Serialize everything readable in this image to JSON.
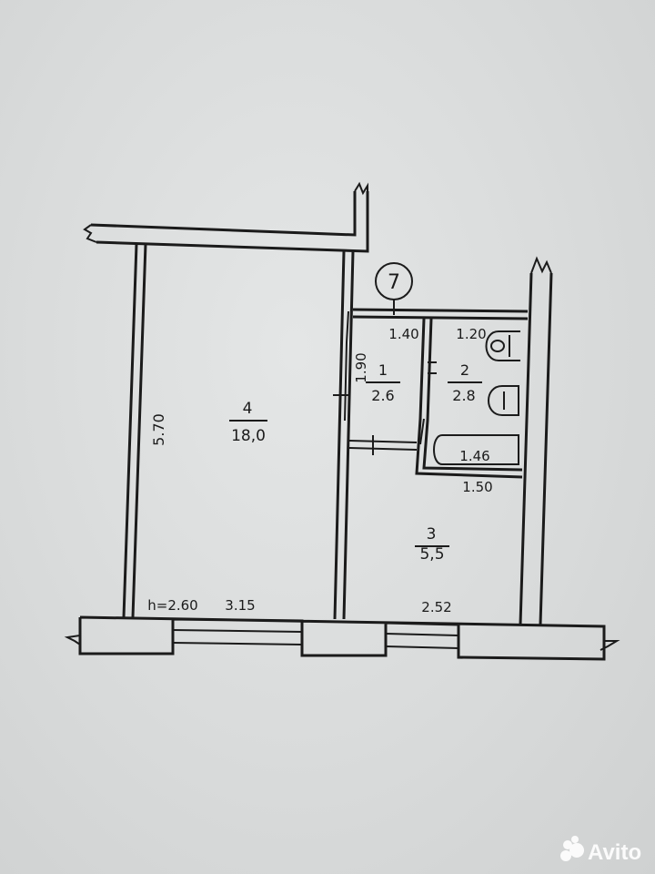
{
  "plan": {
    "marker": "7",
    "ceiling_height": "h=2.60",
    "rooms": [
      {
        "number": "1",
        "area": "2.6"
      },
      {
        "number": "2",
        "area": "2.8"
      },
      {
        "number": "3",
        "area": "5,5"
      },
      {
        "number": "4",
        "area": "18,0"
      }
    ],
    "dimensions": {
      "d_1_40": "1.40",
      "d_1_20": "1.20",
      "d_1_90": "1.90",
      "d_5_70": "5.70",
      "d_1_46": "1.46",
      "d_1_50": "1.50",
      "d_3_15": "3.15",
      "d_2_52": "2.52"
    }
  },
  "watermark": {
    "text": "Avito"
  },
  "colors": {
    "ink": "#1b1b1b",
    "paper": "#dcdede"
  }
}
